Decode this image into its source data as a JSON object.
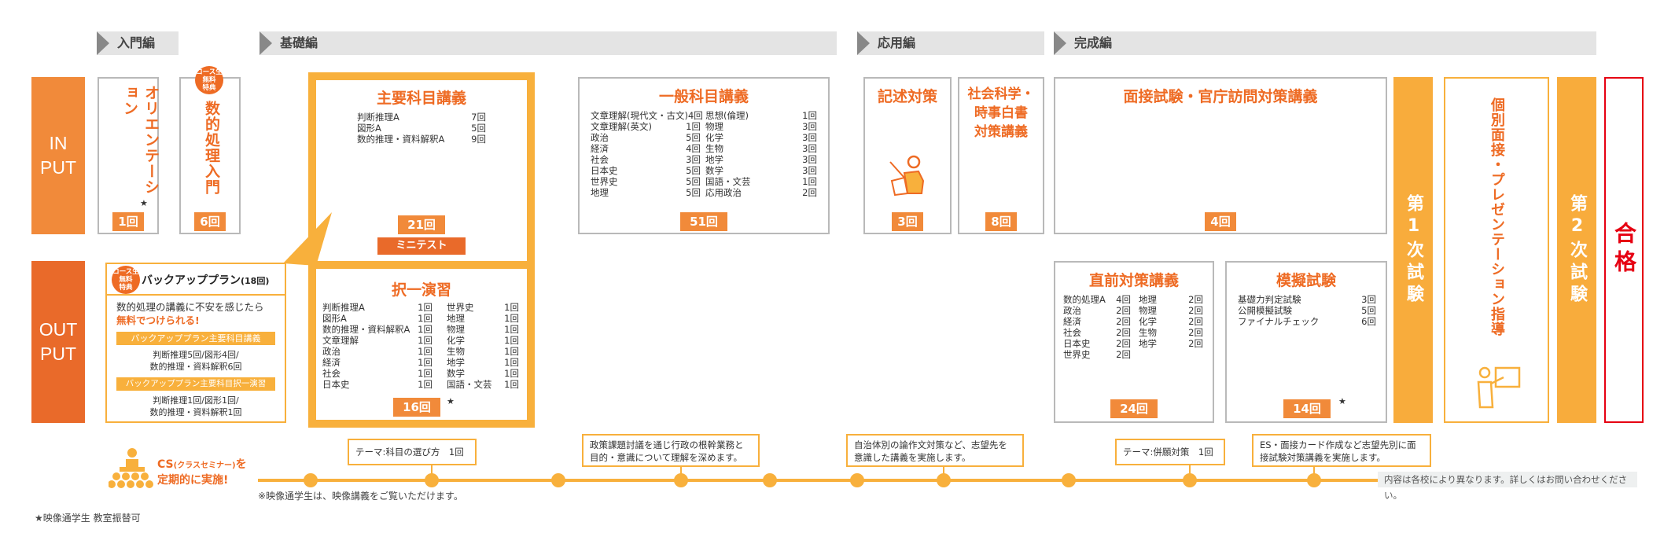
{
  "phases": {
    "intro": "入門編",
    "basic": "基礎編",
    "applied": "応用編",
    "complete": "完成編"
  },
  "rows": {
    "input_line1": "IN",
    "input_line2": "PUT",
    "output_line1": "OUT",
    "output_line2": "PUT"
  },
  "orientation": {
    "title": "オリエンテーション",
    "star": "★",
    "count": "1回"
  },
  "free_badge": {
    "line1": "コース生",
    "line2": "無料",
    "line3": "特典"
  },
  "math_intro": {
    "title": "数的処理入門",
    "count": "6回"
  },
  "main_subjects": {
    "title": "主要科目講義",
    "items": [
      {
        "name": "判断推理A",
        "count": "7回"
      },
      {
        "name": "図形A",
        "count": "5回"
      },
      {
        "name": "数的推理・資料解釈A",
        "count": "9回"
      }
    ],
    "count": "21回",
    "mini_test": "ミニテスト"
  },
  "selection_practice": {
    "title": "択一演習",
    "col1": [
      {
        "name": "判断推理A",
        "count": "1回"
      },
      {
        "name": "図形A",
        "count": "1回"
      },
      {
        "name": "数的推理・資料解釈A",
        "count": "1回"
      },
      {
        "name": "文章理解",
        "count": "1回"
      },
      {
        "name": "政治",
        "count": "1回"
      },
      {
        "name": "経済",
        "count": "1回"
      },
      {
        "name": "社会",
        "count": "1回"
      },
      {
        "name": "日本史",
        "count": "1回"
      }
    ],
    "col2": [
      {
        "name": "世界史",
        "count": "1回"
      },
      {
        "name": "地理",
        "count": "1回"
      },
      {
        "name": "物理",
        "count": "1回"
      },
      {
        "name": "化学",
        "count": "1回"
      },
      {
        "name": "生物",
        "count": "1回"
      },
      {
        "name": "地学",
        "count": "1回"
      },
      {
        "name": "数学",
        "count": "1回"
      },
      {
        "name": "国語・文芸",
        "count": "1回"
      }
    ],
    "count": "16回",
    "star": "★"
  },
  "backup_plan": {
    "title": "バックアッププラン",
    "title_sub": "(18回)",
    "desc1": "数的処理の講義に不安を感じたら",
    "desc2": "無料でつけられる!",
    "tag1": "バックアッププラン主要科目講義",
    "tag1_desc1": "判断推理5回/図形4回/",
    "tag1_desc2": "数的推理・資料解釈6回",
    "tag2": "バックアッププラン主要科目択一演習",
    "tag2_desc1": "判断推理1回/図形1回/",
    "tag2_desc2": "数的推理・資料解釈1回"
  },
  "general_subjects": {
    "title": "一般科目講義",
    "col1": [
      {
        "name": "文章理解(現代文・古文)",
        "count": "4回"
      },
      {
        "name": "文章理解(英文)",
        "count": "1回"
      },
      {
        "name": "政治",
        "count": "5回"
      },
      {
        "name": "経済",
        "count": "4回"
      },
      {
        "name": "社会",
        "count": "3回"
      },
      {
        "name": "日本史",
        "count": "5回"
      },
      {
        "name": "世界史",
        "count": "5回"
      },
      {
        "name": "地理",
        "count": "5回"
      }
    ],
    "col2": [
      {
        "name": "思想(倫理)",
        "count": "1回"
      },
      {
        "name": "物理",
        "count": "3回"
      },
      {
        "name": "化学",
        "count": "3回"
      },
      {
        "name": "生物",
        "count": "3回"
      },
      {
        "name": "地学",
        "count": "3回"
      },
      {
        "name": "数学",
        "count": "3回"
      },
      {
        "name": "国語・文芸",
        "count": "1回"
      },
      {
        "name": "応用政治",
        "count": "2回"
      }
    ],
    "count": "51回"
  },
  "essay": {
    "title": "記述対策",
    "count": "3回"
  },
  "social_science": {
    "line1": "社会科学・",
    "line2": "時事白書",
    "line3": "対策講義",
    "count": "8回"
  },
  "interview_course": {
    "title": "面接試験・官庁訪問対策講義",
    "count": "4回"
  },
  "final_prep": {
    "title": "直前対策講義",
    "col1": [
      {
        "name": "数的処理A",
        "count": "4回"
      },
      {
        "name": "政治",
        "count": "2回"
      },
      {
        "name": "経済",
        "count": "2回"
      },
      {
        "name": "社会",
        "count": "2回"
      },
      {
        "name": "日本史",
        "count": "2回"
      },
      {
        "name": "世界史",
        "count": "2回"
      }
    ],
    "col2": [
      {
        "name": "地理",
        "count": "2回"
      },
      {
        "name": "物理",
        "count": "2回"
      },
      {
        "name": "化学",
        "count": "2回"
      },
      {
        "name": "生物",
        "count": "2回"
      },
      {
        "name": "地学",
        "count": "2回"
      }
    ],
    "count": "24回"
  },
  "mock_exam": {
    "title": "模擬試験",
    "items": [
      {
        "name": "基礎力判定試験",
        "count": "3回"
      },
      {
        "name": "公開模擬試験",
        "count": "5回"
      },
      {
        "name": "ファイナルチェック",
        "count": "6回"
      }
    ],
    "count": "14回",
    "star": "★"
  },
  "first_exam": "第1次試験",
  "interview_guidance": "個別面接・プレゼンテーション指導",
  "second_exam": "第2次試験",
  "pass": "合格",
  "cs": {
    "line1": "CS",
    "line1_sub": "(クラスセミナー)",
    "line1_end": "を",
    "line2": "定期的に実施!"
  },
  "timeline_notes": {
    "n1": "テーマ:科目の選び方　1回",
    "n2_line1": "政策課題討議を通じ行政の根幹業務と",
    "n2_line2": "目的・意識について理解を深めます。",
    "n3_line1": "自治体別の論作文対策など、志望先を",
    "n3_line2": "意識した講義を実施します。",
    "n4": "テーマ:併願対策　1回",
    "n5_line1": "ES・面接カード作成など志望先別に面",
    "n5_line2": "接試験対策講義を実施します。"
  },
  "note_video": "※映像通学生は、映像講義をご覧いただけます。",
  "note_schools": "内容は各校により異なります。詳しくはお問い合わせください。",
  "note_star": "★映像通学生 教室振替可",
  "colors": {
    "orange": "#ee6b24",
    "light_orange": "#f8ac3c",
    "pass_red": "#e60012",
    "gray_border": "#b9b9b9"
  }
}
